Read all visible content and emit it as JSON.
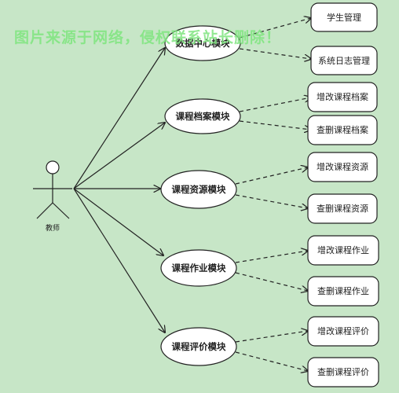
{
  "watermark": "图片来源于网络，侵权联系站长删除！",
  "actor": {
    "label": "教师"
  },
  "modules": [
    {
      "label": "数据中心模块",
      "functions": [
        "学生管理",
        "系统日志管理"
      ]
    },
    {
      "label": "课程档案模块",
      "functions": [
        "增改课程档案",
        "查删课程档案"
      ]
    },
    {
      "label": "课程资源模块",
      "functions": [
        "增改课程资源",
        "查删课程资源"
      ]
    },
    {
      "label": "课程作业模块",
      "functions": [
        "增改课程作业",
        "查删课程作业"
      ]
    },
    {
      "label": "课程评价模块",
      "functions": [
        "增改课程评价",
        "查删课程评价"
      ]
    }
  ]
}
